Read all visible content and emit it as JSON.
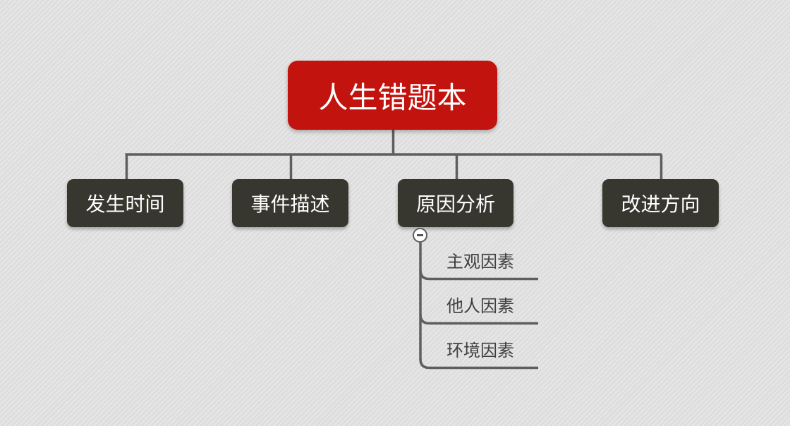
{
  "root": {
    "label": "人生错题本"
  },
  "branches": [
    {
      "label": "发生时间"
    },
    {
      "label": "事件描述"
    },
    {
      "label": "原因分析"
    },
    {
      "label": "改进方向"
    }
  ],
  "cause_subtopics": [
    {
      "label": "主观因素"
    },
    {
      "label": "他人因素"
    },
    {
      "label": "环境因素"
    }
  ],
  "icons": {
    "collapse": "collapse-minus-icon"
  },
  "colors": {
    "root_fill": "#c2130e",
    "branch_fill": "#37372f",
    "connector": "#5e5e5e",
    "subtopic_text": "#3f3f3f"
  }
}
